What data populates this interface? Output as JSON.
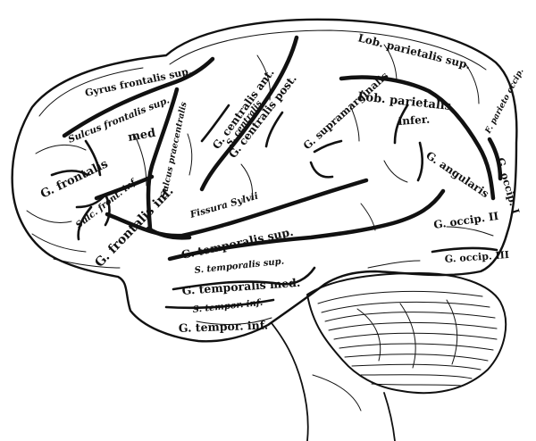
{
  "diagram": {
    "colors": {
      "ink": "#111111",
      "paper": "#ffffff"
    },
    "labels": {
      "gyrus_frontalis_sup": "Gyrus frontalis sup.",
      "sulcus_frontalis_sup": "Sulcus frontalis sup.",
      "g_frontalis_med": "G. frontalis",
      "med": "med",
      "sulcus_praecentralis": "Sulcus praecentralis",
      "g_centralis_ant": "G. centralis ant.",
      "s_centralis": "S. centralis",
      "g_centralis_post": "G. centralis post.",
      "lob_parietalis_sup": "Lob. parietalis sup.",
      "f_parieto_occip": "F. parieto occip.",
      "g_supramarginalis": "G. supramarginalis",
      "lob_parietalis_infer": "Lob. parietalis",
      "infer": "infer.",
      "g_angularis": "G. angularis",
      "g_occip_i": "G. occip. I",
      "sulc_front_inf": "Sulc. front. inf.",
      "g_frontalis_inf": "G. frontalis inf.",
      "fissura_sylvii": "Fissura Sylvii",
      "g_temporalis_sup": "G. temporalis sup.",
      "g_occip_ii": "G. occip. II",
      "g_occip_iii": "G. occip. III",
      "s_temporalis_sup": "S. temporalis sup.",
      "g_temporalis_med": "G. temporalis med.",
      "s_tempor_inf": "S. tempor. inf.",
      "g_tempor_inf": "G. tempor. inf."
    }
  }
}
